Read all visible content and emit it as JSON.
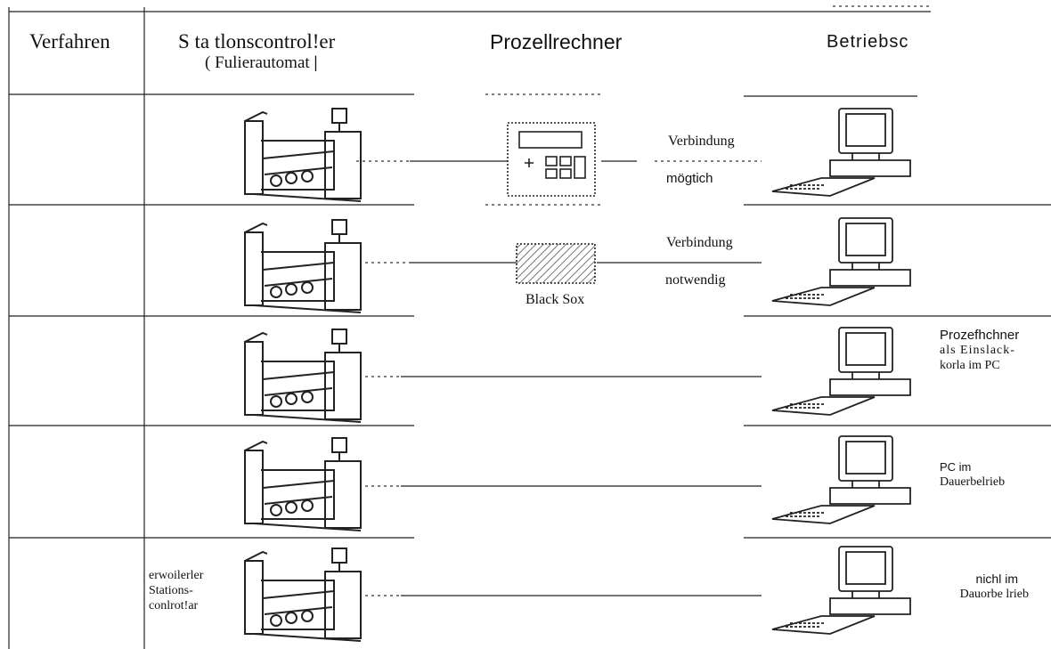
{
  "headers": {
    "verfahren": "Verfahren",
    "station": "S ta tlonscontrol!er",
    "station_sub": "( Fulierautomat",
    "prozess": "Prozellrechner",
    "betrieb": "Betriebsc"
  },
  "rows": [
    {
      "link_top": "Verbindung",
      "link_bottom": "mögtich",
      "device": "terminal-icon",
      "note": []
    },
    {
      "link_top": "Verbindung",
      "link_bottom": "notwendig",
      "device": "black-box-icon",
      "device_label": "Black Sox",
      "note": []
    },
    {
      "note": [
        "Prozefhchner",
        "als Einslack-",
        "korla im PC"
      ]
    },
    {
      "note": [
        "PC im",
        "Dauerbelrieb"
      ]
    },
    {
      "station_note": [
        "erwoilerler",
        "Stations-",
        "conlrot!ar"
      ],
      "note": [
        "nichl im",
        "Dauorbe lrieb"
      ]
    }
  ],
  "icons": {
    "machine": "filling-machine-icon",
    "computer": "pc-workstation-icon"
  }
}
